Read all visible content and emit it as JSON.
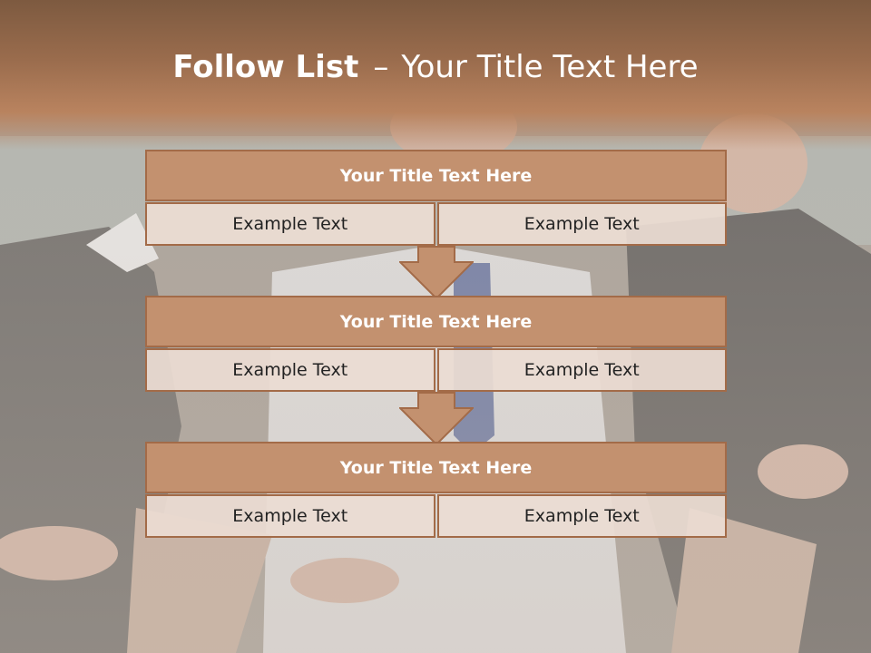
{
  "title": {
    "bold": "Follow List",
    "dash": "–",
    "rest": "Your Title Text Here"
  },
  "blocks": [
    {
      "heading": "Your Title Text Here",
      "left": "Example Text",
      "right": "Example Text"
    },
    {
      "heading": "Your Title Text Here",
      "left": "Example Text",
      "right": "Example Text"
    },
    {
      "heading": "Your Title Text Here",
      "left": "Example Text",
      "right": "Example Text"
    }
  ],
  "colors": {
    "header_brown": "#9a6c4d",
    "heading_fill": "#c3916f",
    "border": "#a36b48",
    "cell_fill": "#ebdcd2"
  }
}
